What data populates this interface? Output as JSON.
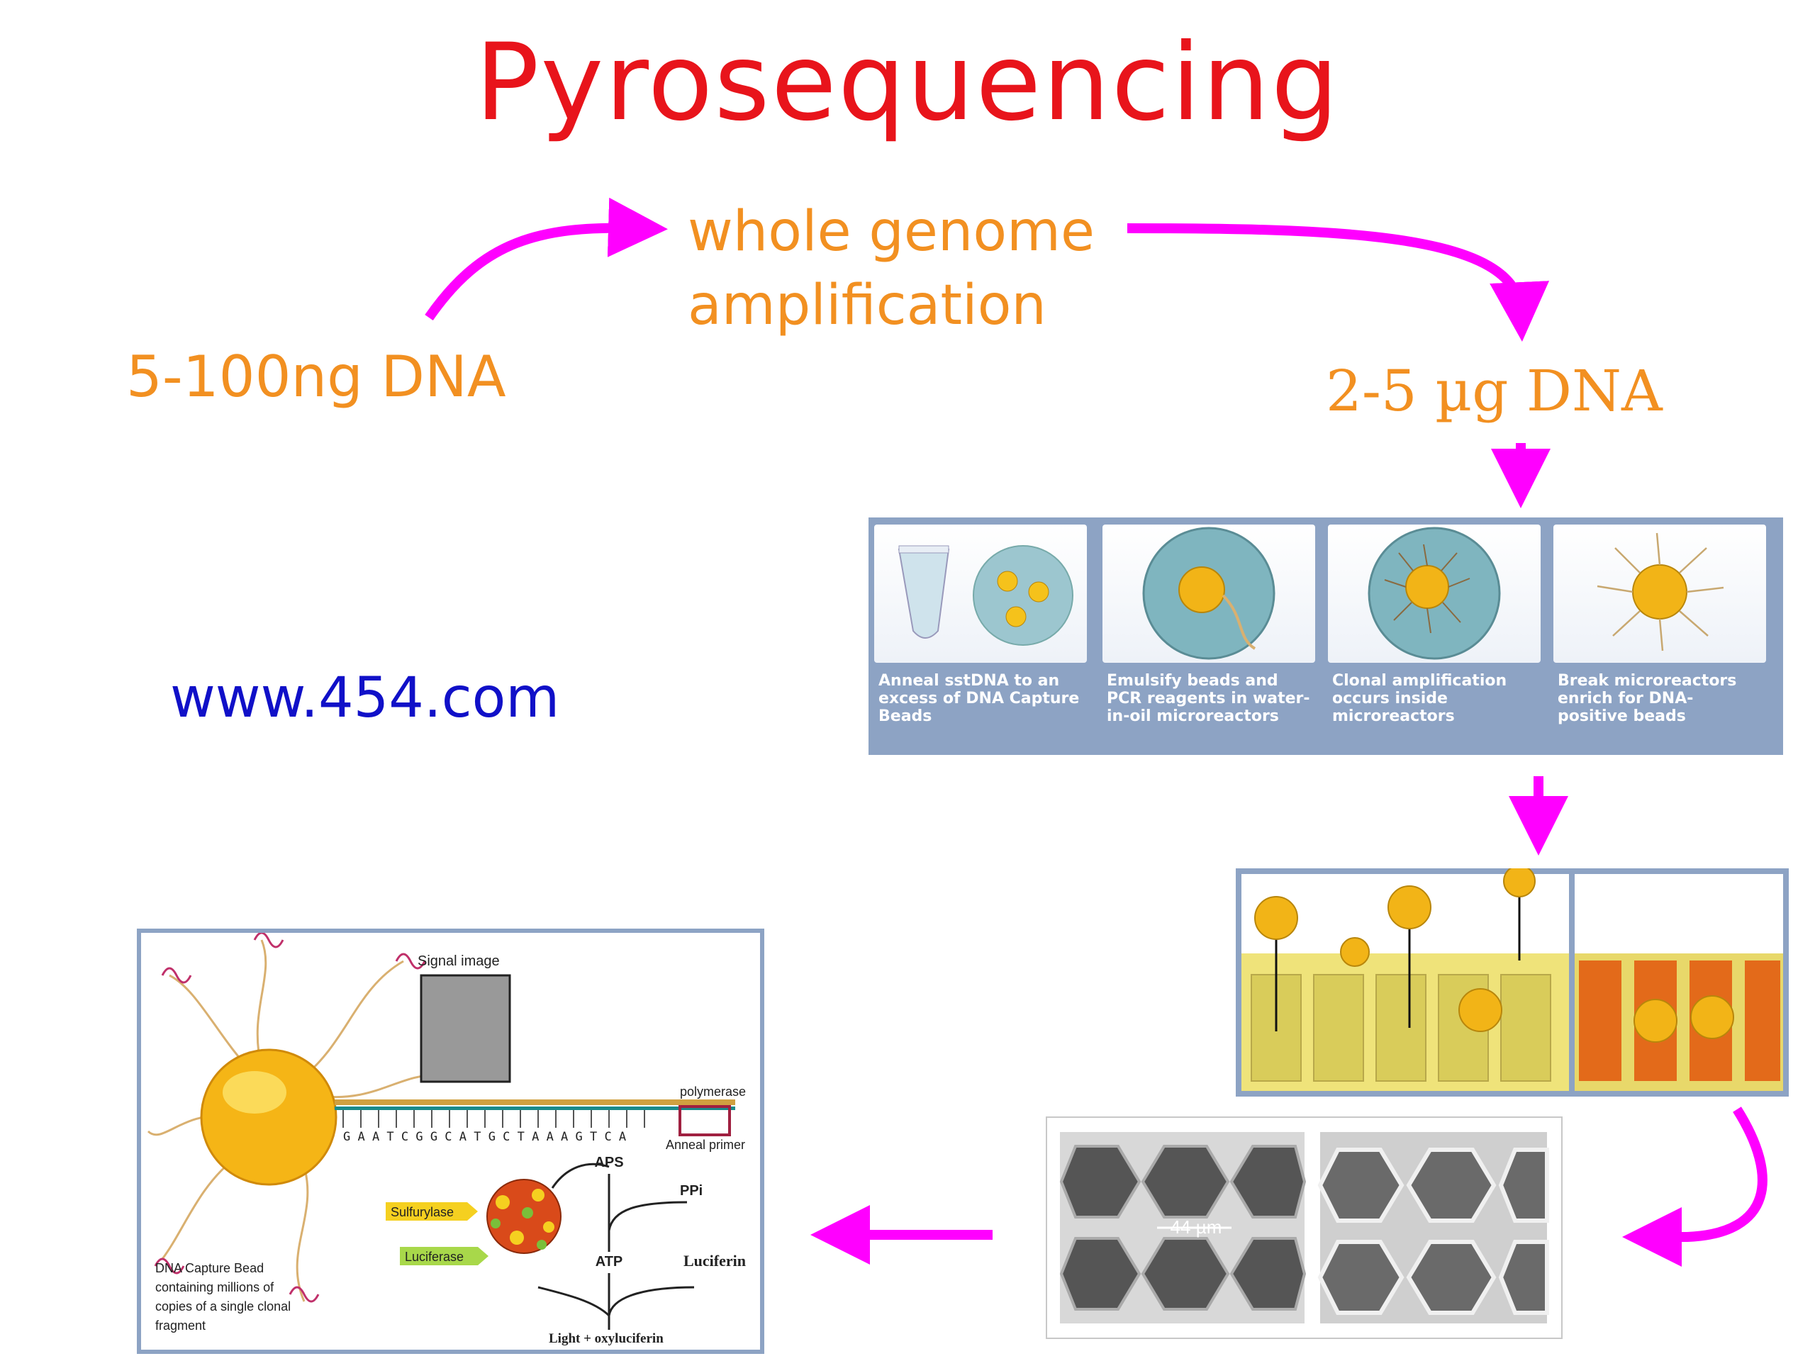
{
  "title": "Pyrosequencing",
  "steps": {
    "start": "5-100ng DNA",
    "wga_line1": "whole genome",
    "wga_line2": "amplification",
    "mass": "2-5 µg DNA"
  },
  "url": "www.454.com",
  "emulsion_panel": {
    "captions": [
      "Anneal sstDNA to an excess of DNA Capture Beads",
      "Emulsify beads and PCR reagents in water-in-oil microreactors",
      "Clonal amplification occurs inside microreactors",
      "Break microreactors enrich for DNA-positive beads"
    ]
  },
  "micro_panel": {
    "scale_label": "44 µm"
  },
  "chem_panel": {
    "signal_image": "Signal image",
    "polymerase": "polymerase",
    "sequence": "G A A T C G G C A T G C T A A A G T C A",
    "anneal_primer": "Anneal primer",
    "aps": "APS",
    "ppi": "PPi",
    "sulfurylase": "Sulfurylase",
    "atp": "ATP",
    "luciferin": "Luciferin",
    "luciferase": "Luciferase",
    "light": "Light + oxyluciferin",
    "bead_caption": "DNA Capture Bead containing millions of copies of a single clonal fragment"
  },
  "colors": {
    "title": "#e8141b",
    "orange_text": "#f29021",
    "arrow": "#ff00ff",
    "url": "#1010c8",
    "panel": "#8da3c4"
  }
}
